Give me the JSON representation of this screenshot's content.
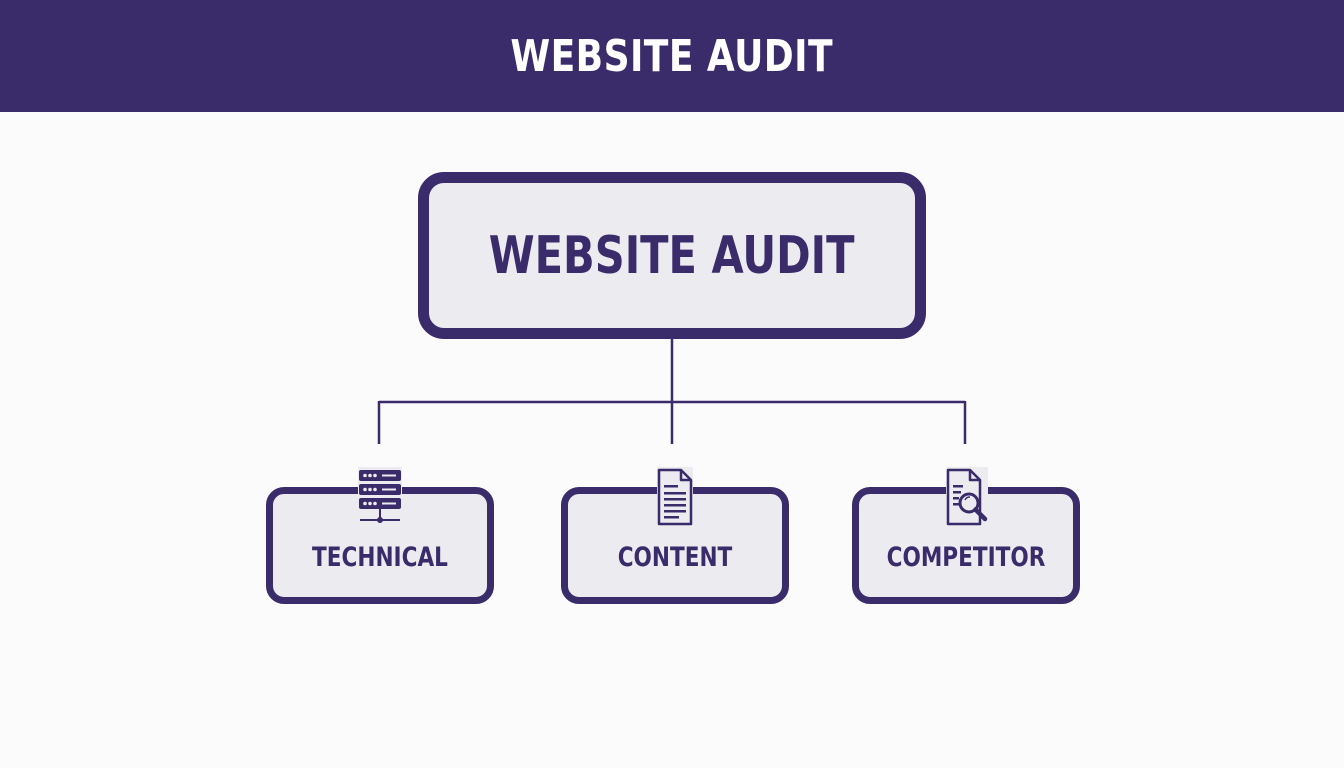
{
  "header": {
    "title": "WEBSITE AUDIT"
  },
  "diagram": {
    "root": {
      "label": "WEBSITE AUDIT"
    },
    "children": [
      {
        "label": "TECHNICAL",
        "icon": "server-icon"
      },
      {
        "label": "CONTENT",
        "icon": "document-icon"
      },
      {
        "label": "COMPETITOR",
        "icon": "document-search-icon"
      }
    ]
  },
  "colors": {
    "primary": "#3a2b6a",
    "box_fill": "#ebebf0",
    "background": "#fbfbfc",
    "header_text": "#ffffff"
  }
}
